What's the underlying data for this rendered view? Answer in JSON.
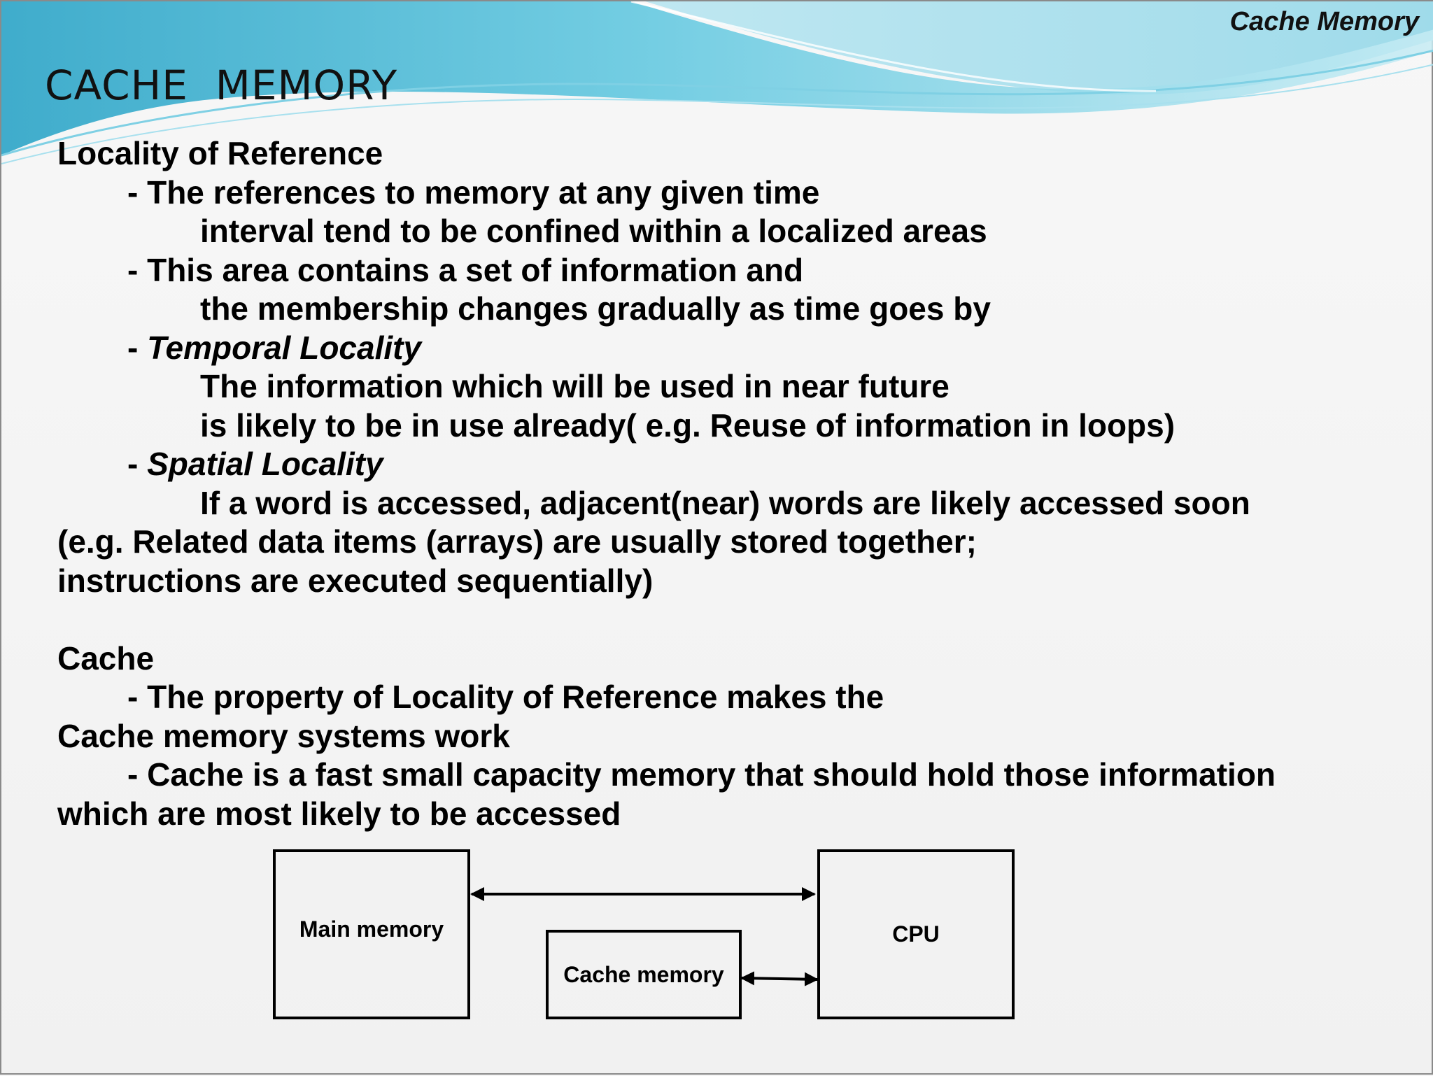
{
  "header": {
    "running_title": "Cache Memory",
    "slide_title": "CACHE  MEMORY"
  },
  "colors": {
    "swoosh_dark": "#3cb8d6",
    "swoosh_light": "#bfe8f2"
  },
  "body": {
    "lines": [
      {
        "indent": 0,
        "parts": [
          {
            "text": "Locality of Reference",
            "italic": false
          }
        ]
      },
      {
        "indent": 1,
        "parts": [
          {
            "text": "- The references to memory at any given time",
            "italic": false
          }
        ]
      },
      {
        "indent": 2,
        "parts": [
          {
            "text": "interval tend to be confined within a localized areas",
            "italic": false
          }
        ]
      },
      {
        "indent": 1,
        "parts": [
          {
            "text": "- This area contains a set of information and",
            "italic": false
          }
        ]
      },
      {
        "indent": 2,
        "parts": [
          {
            "text": "the membership changes gradually as time goes by",
            "italic": false
          }
        ]
      },
      {
        "indent": 1,
        "parts": [
          {
            "text": "- ",
            "italic": false
          },
          {
            "text": "Temporal Locality",
            "italic": true
          }
        ]
      },
      {
        "indent": 2,
        "parts": [
          {
            "text": "The information which will be used in near future",
            "italic": false
          }
        ]
      },
      {
        "indent": 2,
        "parts": [
          {
            "text": "is likely to be in use already( e.g. Reuse of information in loops)",
            "italic": false
          }
        ]
      },
      {
        "indent": 1,
        "parts": [
          {
            "text": "- ",
            "italic": false
          },
          {
            "text": "Spatial Locality",
            "italic": true
          }
        ]
      },
      {
        "indent": 2,
        "parts": [
          {
            "text": "If a word is accessed, adjacent(near) words are likely accessed soon",
            "italic": false
          }
        ]
      },
      {
        "indent": 0,
        "parts": [
          {
            "text": "(e.g. Related data items (arrays) are usually stored together;",
            "italic": false
          }
        ]
      },
      {
        "indent": 0,
        "parts": [
          {
            "text": "instructions are executed sequentially)",
            "italic": false
          }
        ]
      },
      {
        "indent": -1,
        "parts": []
      },
      {
        "indent": 0,
        "parts": [
          {
            "text": "Cache",
            "italic": false
          }
        ]
      },
      {
        "indent": 1,
        "parts": [
          {
            "text": "- The property of Locality of Reference makes the",
            "italic": false
          }
        ]
      },
      {
        "indent": 0,
        "parts": [
          {
            "text": "Cache memory systems work",
            "italic": false
          }
        ]
      },
      {
        "indent": 1,
        "parts": [
          {
            "text": "- Cache is a fast small capacity memory that should hold those information",
            "italic": false
          }
        ]
      },
      {
        "indent": 0,
        "parts": [
          {
            "text": "which are most likely to be accessed",
            "italic": false
          }
        ]
      }
    ]
  },
  "diagram": {
    "main_memory": "Main memory",
    "cache_memory": "Cache memory",
    "cpu": "CPU"
  }
}
